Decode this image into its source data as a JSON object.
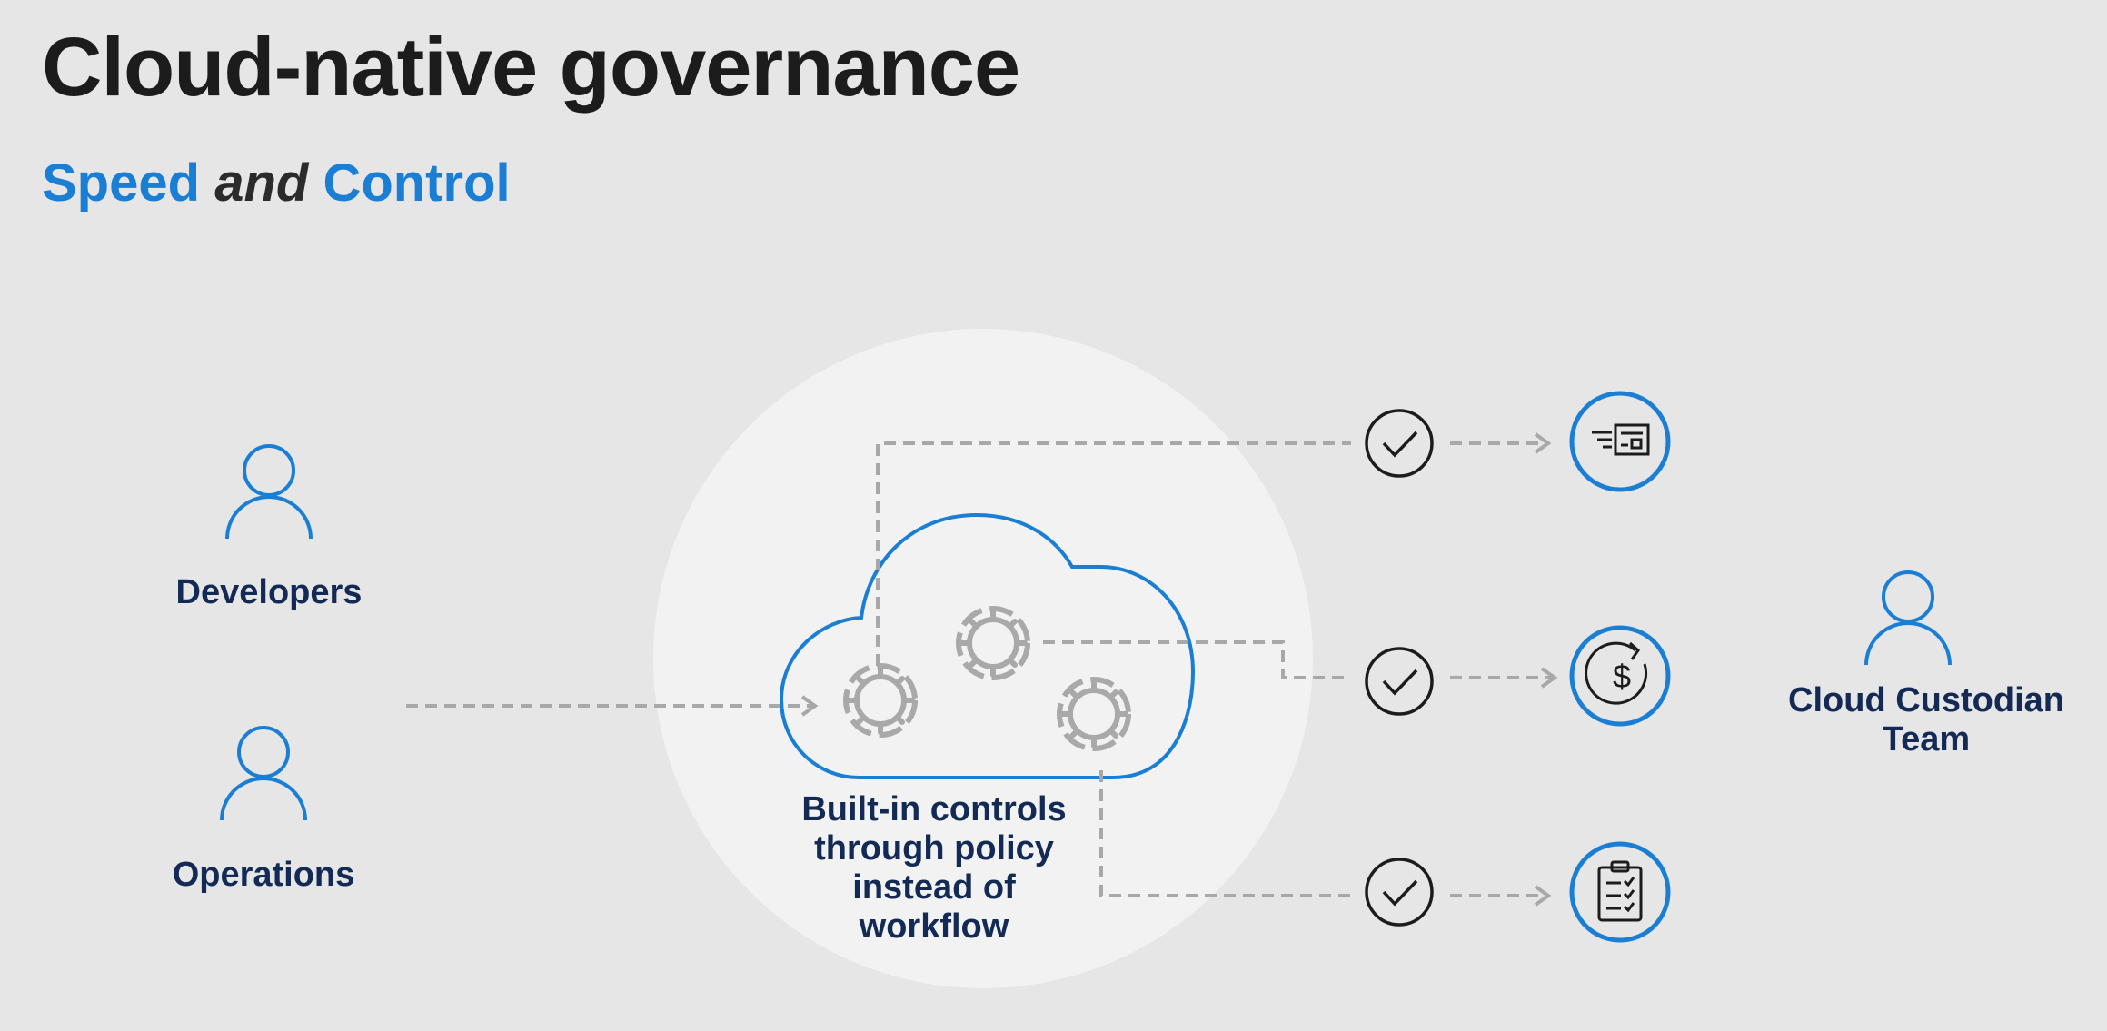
{
  "title": "Cloud-native governance",
  "subtitle": {
    "part1": "Speed",
    "conjunction": "and",
    "part2": "Control"
  },
  "actors": {
    "developers": "Developers",
    "operations": "Operations",
    "custodian_line1": "Cloud Custodian",
    "custodian_line2": "Team"
  },
  "center_caption": [
    "Built-in controls",
    "through policy",
    "instead of",
    "workflow"
  ],
  "outcomes": [
    {
      "check_icon": "check-circle-icon",
      "result_icon": "network-speed-icon"
    },
    {
      "check_icon": "check-circle-icon",
      "result_icon": "cost-refresh-icon"
    },
    {
      "check_icon": "check-circle-icon",
      "result_icon": "clipboard-checklist-icon"
    }
  ],
  "colors": {
    "accent_blue": "#1a7fd4",
    "label_navy": "#122a54",
    "connector_gray": "#a8a8a8",
    "background": "#e6e6e6"
  }
}
